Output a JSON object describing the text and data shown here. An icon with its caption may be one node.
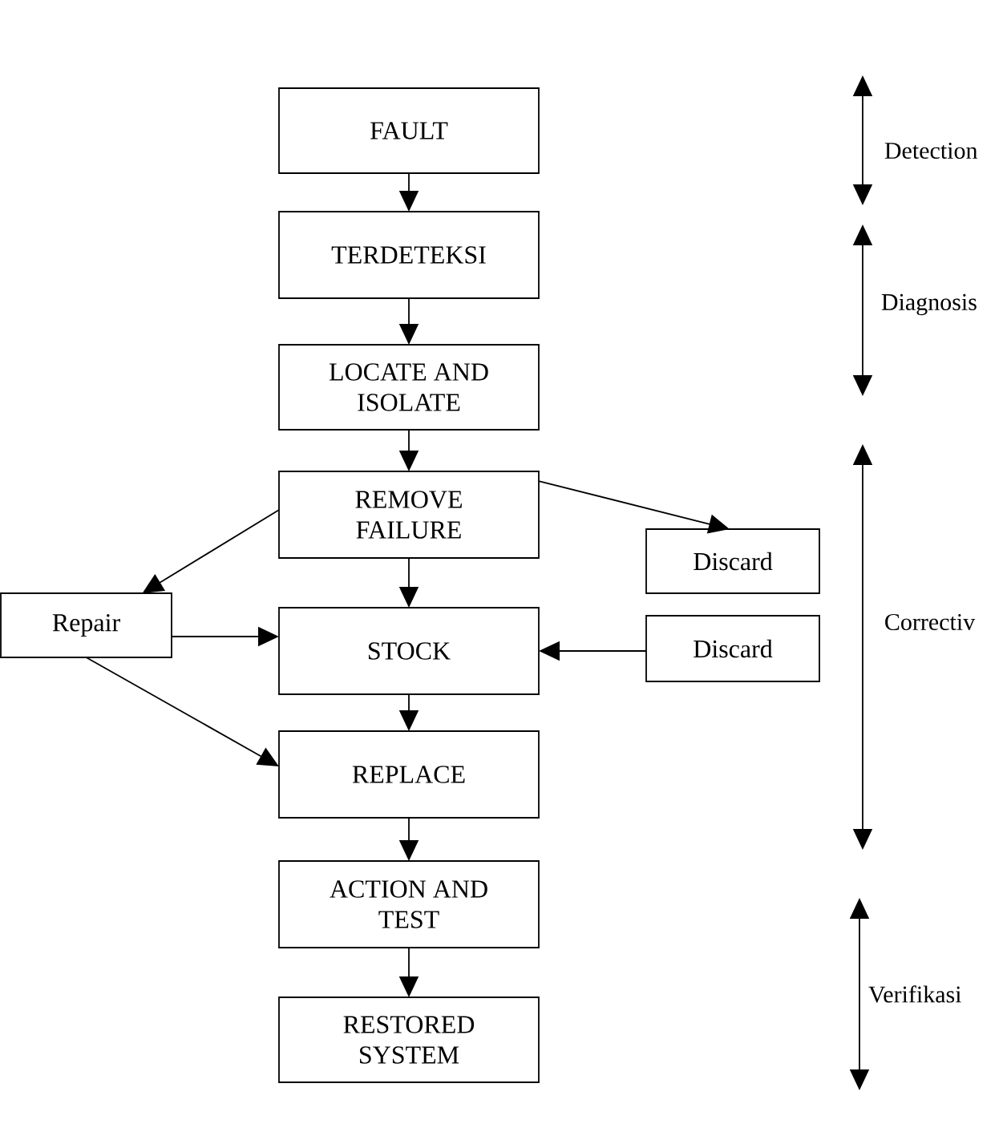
{
  "diagram": {
    "nodes": [
      {
        "text": [
          "FAULT"
        ]
      },
      {
        "text": [
          "TERDETEKSI"
        ]
      },
      {
        "text": [
          "LOCATE AND ISOLATE"
        ]
      },
      {
        "text": [
          "REMOVE FAILURE"
        ]
      },
      {
        "text": [
          "Discard"
        ]
      },
      {
        "text": [
          "Repair"
        ]
      },
      {
        "text": [
          "STOCK"
        ]
      },
      {
        "text": [
          "Discard"
        ]
      },
      {
        "text": [
          "REPLACE"
        ]
      },
      {
        "text": [
          "ACTION AND TEST"
        ]
      },
      {
        "text": [
          "RESTORED SYSTEM"
        ]
      }
    ],
    "edges": [
      {
        "from": 0,
        "to": 1,
        "arrow": "to"
      },
      {
        "from": 1,
        "to": 2,
        "arrow": "to"
      },
      {
        "from": 2,
        "to": 3,
        "arrow": "to"
      },
      {
        "from": 3,
        "to": 4,
        "arrow": "to"
      },
      {
        "from": 3,
        "to": 5,
        "arrow": "to"
      },
      {
        "from": 3,
        "to": 6,
        "arrow": "to"
      },
      {
        "from": 5,
        "to": 6,
        "arrow": "to"
      },
      {
        "from": 5,
        "to": 8,
        "arrow": "to"
      },
      {
        "from": 7,
        "to": 6,
        "arrow": "to"
      },
      {
        "from": 6,
        "to": 8,
        "arrow": "to"
      },
      {
        "from": 8,
        "to": 9,
        "arrow": "to"
      },
      {
        "from": 9,
        "to": 10,
        "arrow": "to"
      }
    ],
    "labels": [
      "Detection",
      "Diagnosis",
      "Correctiv",
      "Verifikasi"
    ]
  }
}
